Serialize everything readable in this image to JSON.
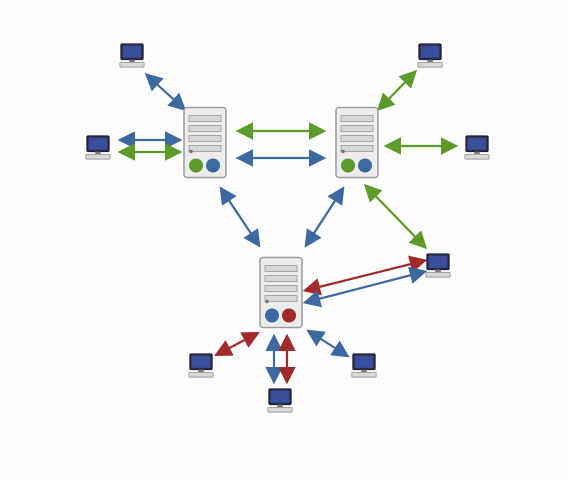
{
  "diagram": {
    "nodes": [
      {
        "id": "server-top-left",
        "kind": "server",
        "dots": [
          "green",
          "blue"
        ]
      },
      {
        "id": "server-top-right",
        "kind": "server",
        "dots": [
          "green",
          "blue"
        ]
      },
      {
        "id": "server-bottom",
        "kind": "server",
        "dots": [
          "blue",
          "red"
        ]
      },
      {
        "id": "computer-top-left",
        "kind": "computer"
      },
      {
        "id": "computer-left",
        "kind": "computer"
      },
      {
        "id": "computer-top-right",
        "kind": "computer"
      },
      {
        "id": "computer-right",
        "kind": "computer"
      },
      {
        "id": "computer-mid-right",
        "kind": "computer"
      },
      {
        "id": "computer-bottom-left",
        "kind": "computer"
      },
      {
        "id": "computer-bottom",
        "kind": "computer"
      },
      {
        "id": "computer-bottom-right",
        "kind": "computer"
      }
    ],
    "edges": [
      {
        "from": "computer-top-left",
        "to": "server-top-left",
        "color": "blue",
        "direction": "both"
      },
      {
        "from": "computer-left",
        "to": "server-top-left",
        "color": "blue",
        "direction": "both"
      },
      {
        "from": "computer-left",
        "to": "server-top-left",
        "color": "green",
        "direction": "both"
      },
      {
        "from": "server-top-left",
        "to": "server-top-right",
        "color": "green",
        "direction": "both"
      },
      {
        "from": "server-top-left",
        "to": "server-top-right",
        "color": "blue",
        "direction": "both"
      },
      {
        "from": "server-top-right",
        "to": "computer-top-right",
        "color": "green",
        "direction": "both"
      },
      {
        "from": "server-top-right",
        "to": "computer-right",
        "color": "green",
        "direction": "both"
      },
      {
        "from": "server-top-right",
        "to": "computer-mid-right",
        "color": "green",
        "direction": "both"
      },
      {
        "from": "server-top-left",
        "to": "server-bottom",
        "color": "blue",
        "direction": "both"
      },
      {
        "from": "server-top-right",
        "to": "server-bottom",
        "color": "blue",
        "direction": "both"
      },
      {
        "from": "server-bottom",
        "to": "computer-mid-right",
        "color": "red",
        "direction": "both"
      },
      {
        "from": "server-bottom",
        "to": "computer-mid-right",
        "color": "blue",
        "direction": "both"
      },
      {
        "from": "computer-bottom-left",
        "to": "server-bottom",
        "color": "red",
        "direction": "both"
      },
      {
        "from": "server-bottom",
        "to": "computer-bottom",
        "color": "blue",
        "direction": "both"
      },
      {
        "from": "server-bottom",
        "to": "computer-bottom",
        "color": "red",
        "direction": "both"
      },
      {
        "from": "computer-bottom-right",
        "to": "server-bottom",
        "color": "blue",
        "direction": "both"
      }
    ],
    "colors": {
      "green": "#5c9a2a",
      "blue": "#3c6aa0",
      "red": "#a22a2a",
      "server_body": "#e9e9e9",
      "server_border": "#9a9a9a",
      "monitor_screen": "#3a4f9c",
      "monitor_frame": "#2b2b46"
    }
  }
}
